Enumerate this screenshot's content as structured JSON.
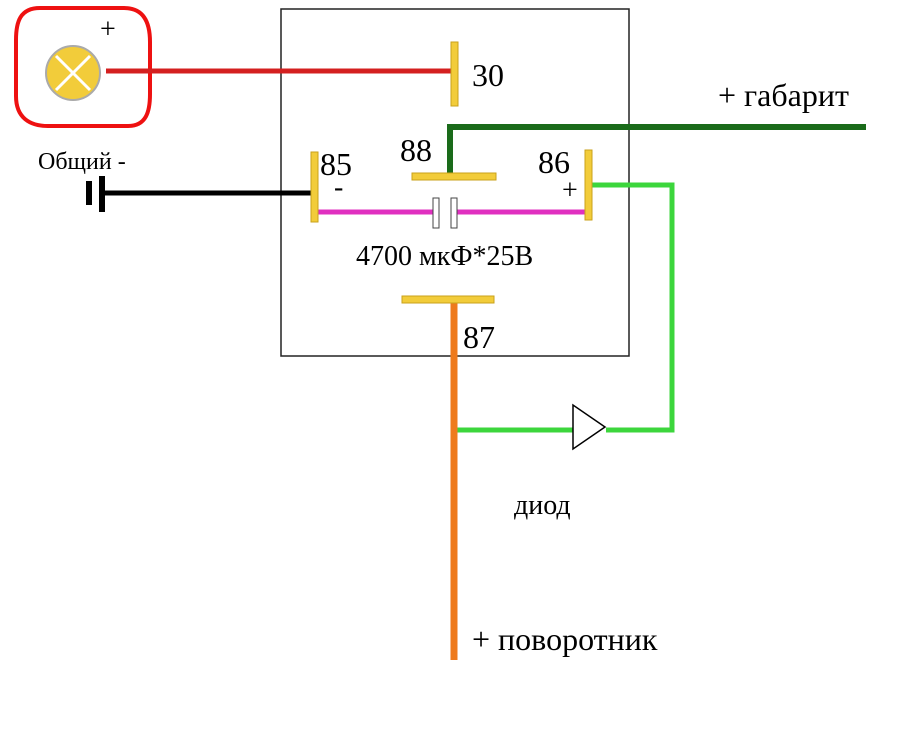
{
  "colors": {
    "background": "#ffffff",
    "relay_outline": "#222222",
    "terminal": "#f2cc3a",
    "terminal_stroke": "#c9a21b",
    "wire_lamp": "#d42020",
    "wire_common": "#000000",
    "wire_gabarit": "#1a6b1a",
    "wire_capacitor": "#e030c0",
    "wire_diode": "#3cd63c",
    "wire_turn_signal": "#ee7a1c",
    "highlight_circle": "#ee1111",
    "lamp_fill": "#f2cc3a"
  },
  "icons": {
    "lamp": "lamp-icon",
    "ground": "ground-symbol-icon",
    "capacitor": "capacitor-icon",
    "diode": "diode-icon"
  },
  "labels": {
    "lamp_plus": "+",
    "pin_30": "30",
    "pin_88": "88",
    "pin_85": "85",
    "pin_85_sign": "-",
    "pin_86": "86",
    "pin_86_sign": "+",
    "pin_87": "87",
    "common": "Общий -",
    "gabarit": "+ габарит",
    "capacitor": "4700 мкФ*25В",
    "diode": "диод",
    "turn_signal": "+ поворотник"
  }
}
